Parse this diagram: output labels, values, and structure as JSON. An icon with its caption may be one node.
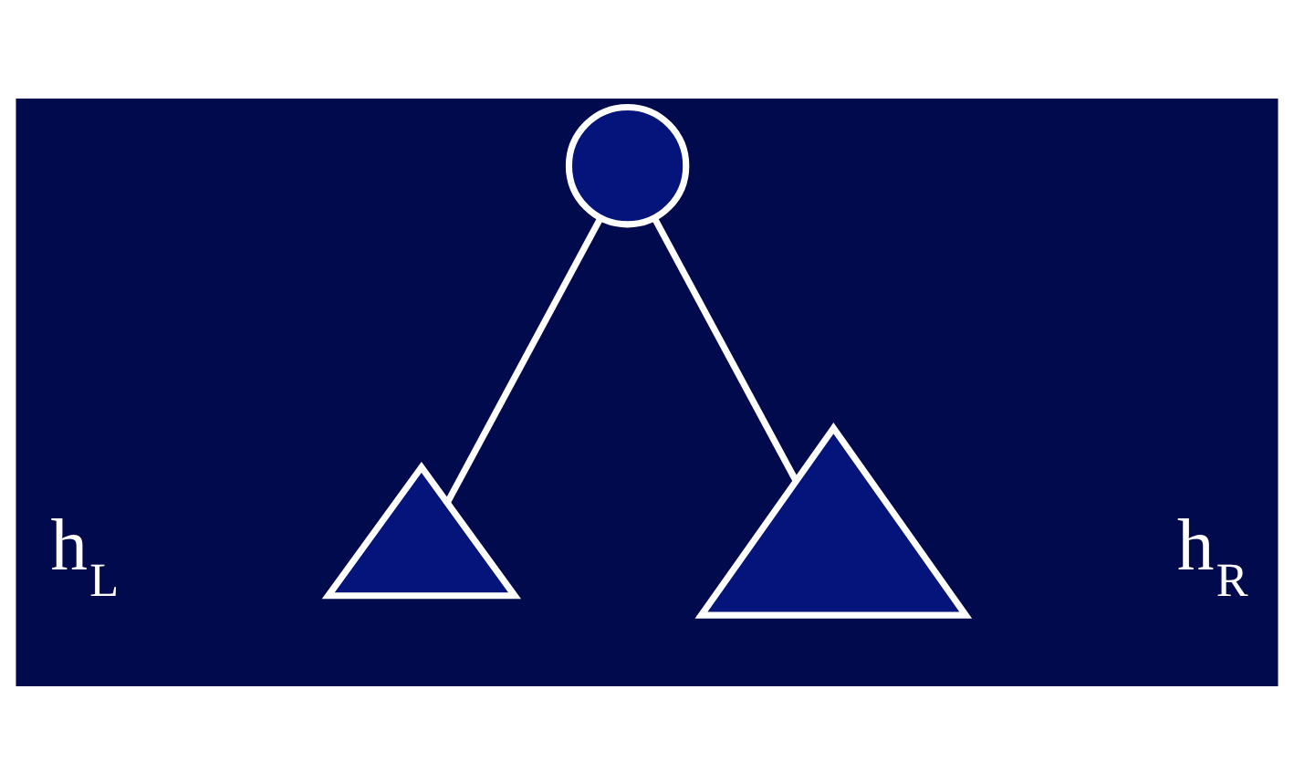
{
  "diagram": {
    "nodes": [
      {
        "text": [],
        "shape": "circle"
      },
      {
        "text": [],
        "shape": "triangle"
      },
      {
        "text": [],
        "shape": "triangle"
      }
    ],
    "edges": [
      {
        "from": 0,
        "to": 1,
        "arrow": "none"
      },
      {
        "from": 0,
        "to": 2,
        "arrow": "none"
      }
    ],
    "labels": [
      "h$_{L}$",
      "h$_{R}$"
    ]
  }
}
